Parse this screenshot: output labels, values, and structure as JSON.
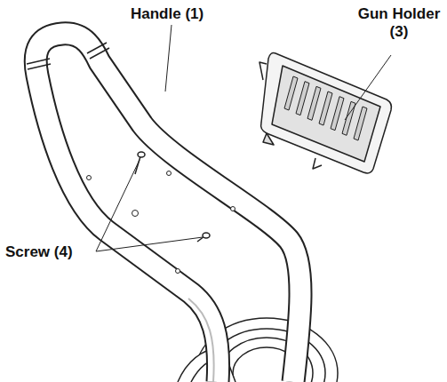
{
  "diagram": {
    "labels": [
      "Handle (1)",
      "Gun Holder (3)",
      "Screw (4)"
    ]
  }
}
